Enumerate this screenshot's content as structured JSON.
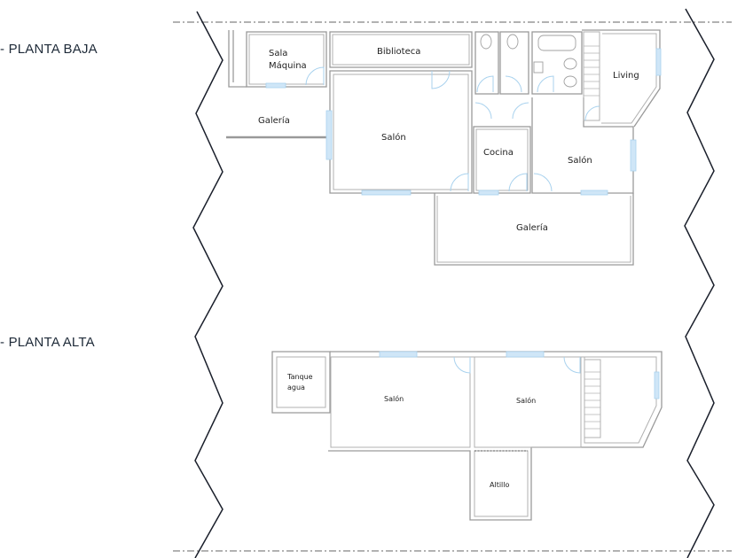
{
  "levels": [
    {
      "label": "- PLANTA BAJA",
      "rooms": {
        "sala_maquina_1": "Sala",
        "sala_maquina_2": "Máquina",
        "biblioteca": "Biblioteca",
        "galeria_west": "Galería",
        "salon_main": "Salón",
        "cocina": "Cocina",
        "salon_east": "Salón",
        "living": "Living",
        "galeria_south": "Galería"
      }
    },
    {
      "label": "- PLANTA ALTA",
      "rooms": {
        "tanque_1": "Tanque",
        "tanque_2": "agua",
        "salon_west": "Salón",
        "salon_east": "Salón",
        "altillo": "Altillo"
      }
    }
  ],
  "colors": {
    "walls": "#9a9a9a",
    "windows": "#cfe6f7",
    "doors": "#a9d2ee",
    "break_lines": "#1a1f2b",
    "text": "#1e2a38"
  }
}
